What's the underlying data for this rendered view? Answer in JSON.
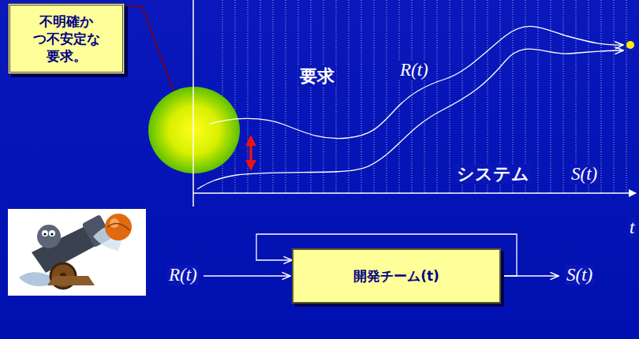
{
  "diagram": {
    "nodes": [
      {
        "text": [
          "不明確か つ不安定な 要求。"
        ]
      },
      {
        "text": [
          "開発チーム(t)"
        ]
      }
    ],
    "edges": [
      {
        "from": 1,
        "to": 1,
        "arrow": "to"
      }
    ],
    "labels": [
      "要求",
      "R(t)",
      "システム",
      "S(t)",
      "t",
      "R(t)",
      "S(t)"
    ]
  }
}
